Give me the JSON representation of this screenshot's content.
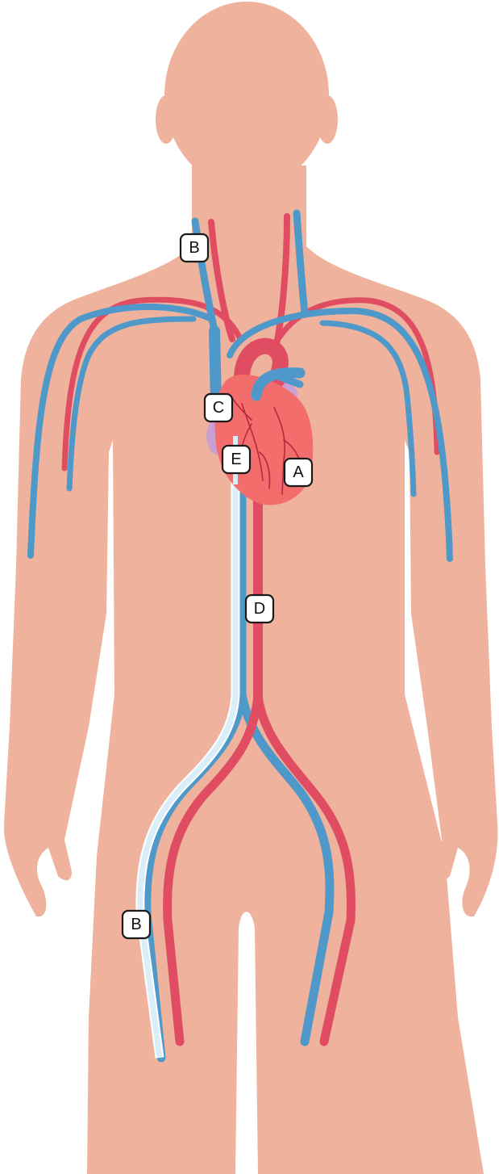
{
  "colors": {
    "background": "#ffffff",
    "skin": "#efb39d",
    "vein": "#4f98ca",
    "artery": "#e04d63",
    "heart": "#f26d6b",
    "heart_vessel": "#b8283c",
    "atrium": "#c9a0cf",
    "catheter": "#d9eef9",
    "catheter_outline": "#ffffff"
  },
  "labels": {
    "a": "A",
    "b_neck": "B",
    "b_leg": "B",
    "c": "C",
    "d": "D",
    "e": "E"
  }
}
